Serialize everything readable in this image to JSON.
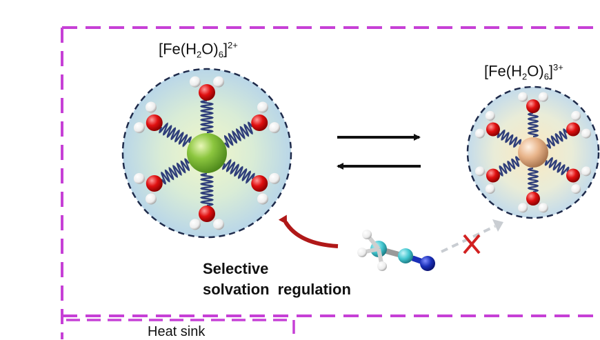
{
  "species_left": {
    "bracket_open": "[Fe(H",
    "sub1": "2",
    "mid": "O)",
    "sub2": "6",
    "close": "]",
    "charge": "2+"
  },
  "species_right": {
    "bracket_open": "[Fe(H",
    "sub1": "2",
    "mid": "O)",
    "sub2": "6",
    "close": "]",
    "charge": "3+"
  },
  "caption": {
    "line1": "Selective",
    "line2_a": "solvation",
    "line2_b": "regulation"
  },
  "heat_sink_label": "Heat sink",
  "colors": {
    "frame": "#c640d6",
    "fe2_center": "#8cc63f",
    "fe3_center": "#e8b48a",
    "oxygen": "#e01010",
    "hydrogen": "#f2f2f2",
    "bond": "#2f3e7a",
    "arrow_curved": "#b01818",
    "cross": "#d22020",
    "acn_carbon": "#43c7d0",
    "acn_nitrogen": "#1a2fb8"
  }
}
